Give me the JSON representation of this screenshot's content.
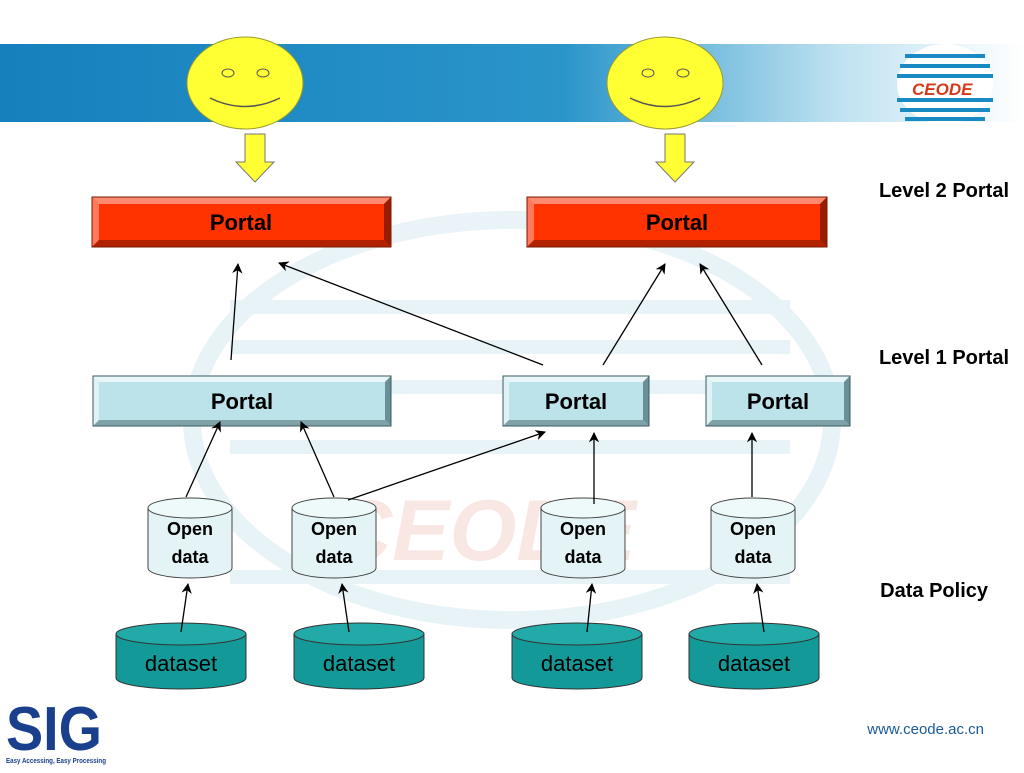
{
  "header": {
    "logo_text": "CEODE",
    "watermark_text": "CEODE"
  },
  "levels": {
    "level2": "Level 2 Portal",
    "level1": "Level 1 Portal",
    "policy": "Data Policy"
  },
  "portals": {
    "level2": [
      "Portal",
      "Portal"
    ],
    "level1": [
      "Portal",
      "Portal",
      "Portal"
    ]
  },
  "open_data": [
    {
      "line1": "Open",
      "line2": "data"
    },
    {
      "line1": "Open",
      "line2": "data"
    },
    {
      "line1": "Open",
      "line2": "data"
    },
    {
      "line1": "Open",
      "line2": "data"
    }
  ],
  "datasets": [
    "dataset",
    "dataset",
    "dataset",
    "dataset"
  ],
  "footer": {
    "sig_logo": "SIG",
    "sig_tagline": "Easy Accessing, Easy Processing",
    "website": "www.ceode.ac.cn"
  },
  "colors": {
    "banner_start": "#1b86c0",
    "banner_end": "#ffffff",
    "portal_l2": "#ff3300",
    "portal_l1": "#bde3ea",
    "open_data": "#e4f4f6",
    "dataset": "#139a98",
    "smiley": "#ffff33",
    "arrow_yellow": "#ffff33",
    "sig_blue": "#1a3f8c"
  }
}
